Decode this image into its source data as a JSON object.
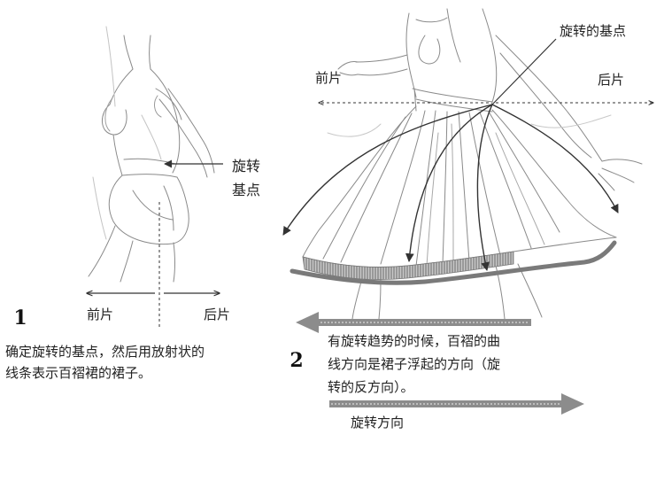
{
  "figure1": {
    "number": "1",
    "pivot_label_line1": "旋转",
    "pivot_label_line2": "基点",
    "front_label": "前片",
    "back_label": "后片",
    "caption_line1": "确定旋转的基点，然后用放射状的",
    "caption_line2": "线条表示百褶裙的裙子。"
  },
  "figure2": {
    "number": "2",
    "pivot_label": "旋转的基点",
    "front_label": "前片",
    "back_label": "后片",
    "caption_line1": "有旋转趋势的时候，百褶的曲",
    "caption_line2": "线方向是裙子浮起的方向（旋",
    "caption_line3": "转的反方向）。",
    "rotation_label": "旋转方向"
  },
  "colors": {
    "sketch": "#8a8a8a",
    "sketch_dark": "#555555",
    "arrow": "#333333",
    "hem_band": "#7a7a7a",
    "big_arrow": "#8c8c8c"
  }
}
